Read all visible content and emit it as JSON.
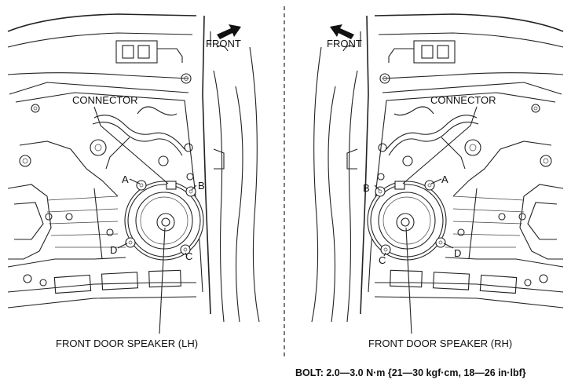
{
  "panels": {
    "left": {
      "front_label": "FRONT",
      "connector_label": "CONNECTOR",
      "point_a": "A",
      "point_b": "B",
      "point_c": "C",
      "point_d": "D",
      "speaker_label": "FRONT DOOR SPEAKER (LH)"
    },
    "right": {
      "front_label": "FRONT",
      "connector_label": "CONNECTOR",
      "point_a": "A",
      "point_b": "B",
      "point_c": "C",
      "point_d": "D",
      "speaker_label": "FRONT DOOR SPEAKER (RH)"
    }
  },
  "footer": {
    "bolt_spec": "BOLT: 2.0—3.0 N·m {21—30 kgf·cm, 18—26 in·lbf}"
  },
  "icons": {
    "left_arrow": "front-arrow-right-icon",
    "right_arrow": "front-arrow-left-icon"
  },
  "colors": {
    "line": "#222222",
    "background": "#ffffff"
  }
}
